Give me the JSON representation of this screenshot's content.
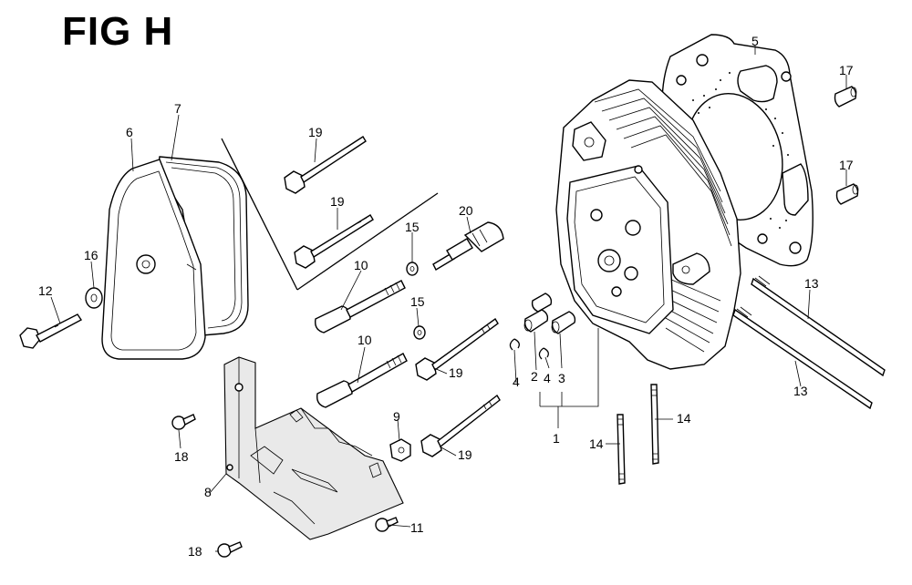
{
  "figure": {
    "title": "FIG H"
  },
  "callouts": [
    {
      "id": "c1",
      "label": "1"
    },
    {
      "id": "c2",
      "label": "2"
    },
    {
      "id": "c3",
      "label": "3"
    },
    {
      "id": "c4a",
      "label": "4"
    },
    {
      "id": "c4b",
      "label": "4"
    },
    {
      "id": "c5",
      "label": "5"
    },
    {
      "id": "c6",
      "label": "6"
    },
    {
      "id": "c7",
      "label": "7"
    },
    {
      "id": "c8",
      "label": "8"
    },
    {
      "id": "c9",
      "label": "9"
    },
    {
      "id": "c10a",
      "label": "10"
    },
    {
      "id": "c10b",
      "label": "10"
    },
    {
      "id": "c11",
      "label": "11"
    },
    {
      "id": "c12",
      "label": "12"
    },
    {
      "id": "c13a",
      "label": "13"
    },
    {
      "id": "c13b",
      "label": "13"
    },
    {
      "id": "c14a",
      "label": "14"
    },
    {
      "id": "c14b",
      "label": "14"
    },
    {
      "id": "c15a",
      "label": "15"
    },
    {
      "id": "c15b",
      "label": "15"
    },
    {
      "id": "c16",
      "label": "16"
    },
    {
      "id": "c17a",
      "label": "17"
    },
    {
      "id": "c17b",
      "label": "17"
    },
    {
      "id": "c18a",
      "label": "18"
    },
    {
      "id": "c18b",
      "label": "18"
    },
    {
      "id": "c19a",
      "label": "19"
    },
    {
      "id": "c19b",
      "label": "19"
    },
    {
      "id": "c19c",
      "label": "19"
    },
    {
      "id": "c19d",
      "label": "19"
    },
    {
      "id": "c20",
      "label": "20"
    }
  ]
}
